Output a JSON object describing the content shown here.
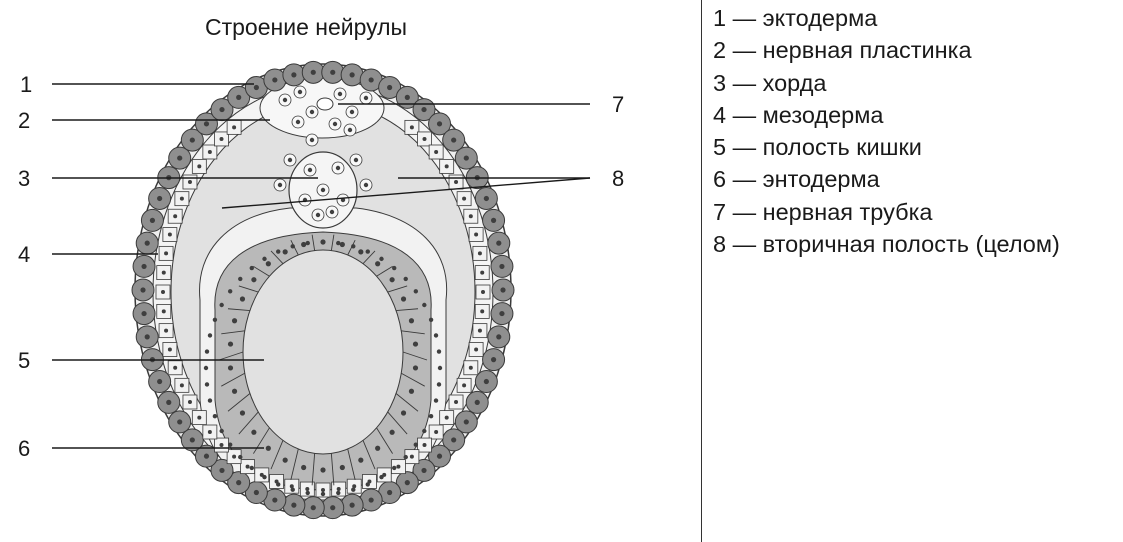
{
  "figure": {
    "title": "Строение нейрулы"
  },
  "callouts": {
    "c1": "1",
    "c2": "2",
    "c3": "3",
    "c4": "4",
    "c5": "5",
    "c6": "6",
    "c7": "7",
    "c8": "8"
  },
  "legend": {
    "items": [
      "1 — эктодерма",
      "2 — нервная пластинка",
      "3 — хорда",
      "4 — мезодерма",
      "5 — полость кишки",
      "6 — энтодерма",
      "7 — нервная трубка",
      "8 — вторичная полость (целом)"
    ]
  },
  "colors": {
    "ectoderm_cell": "#8f8f8f",
    "nucleus": "#3f3f3f",
    "cavity": "#e1e1e1",
    "endoderm": "#b9b9b9",
    "mesoderm": "#f2f2f2",
    "outline": "#3a3a3a"
  }
}
